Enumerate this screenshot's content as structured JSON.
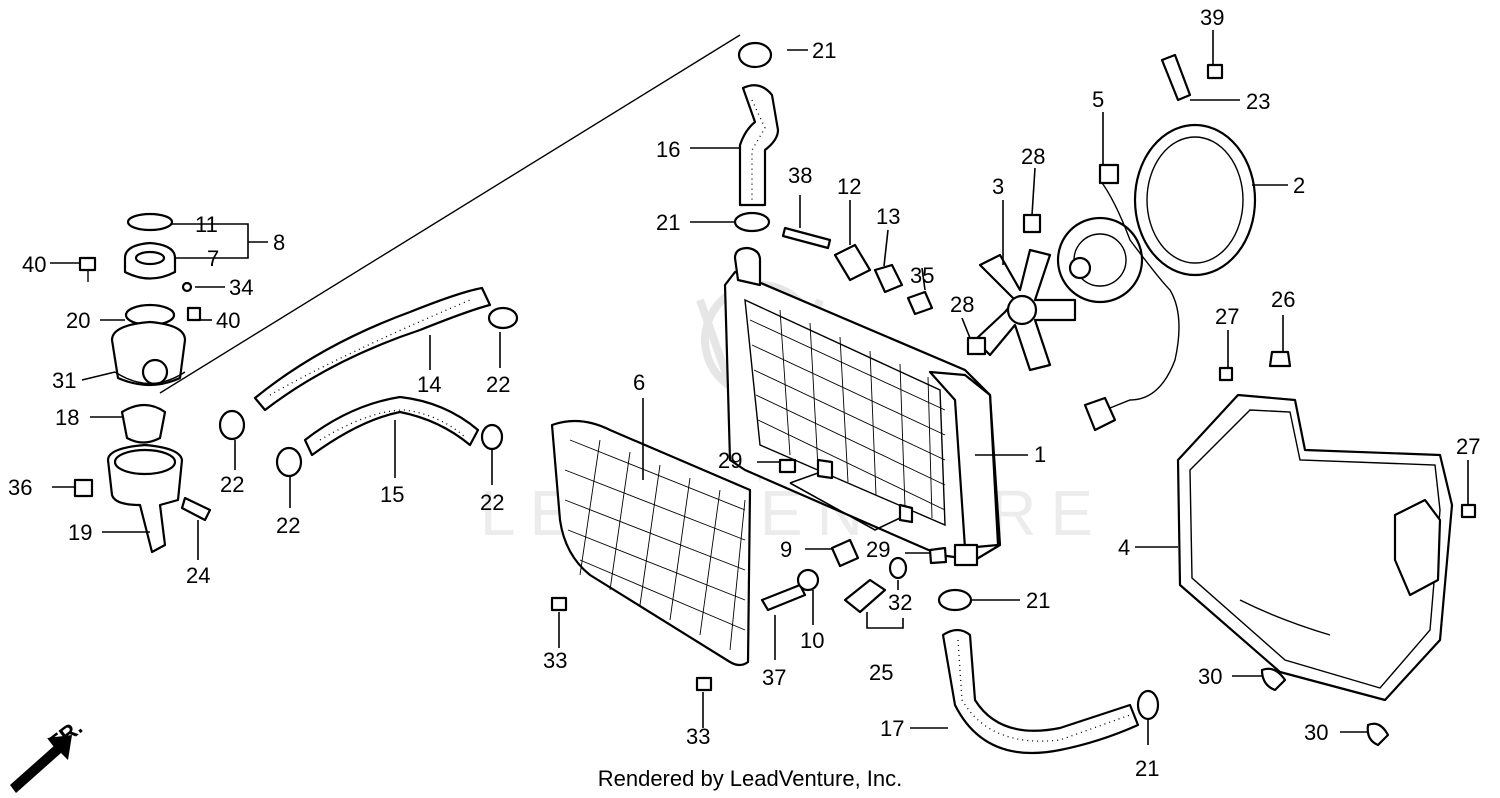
{
  "footer_credit": "Rendered by LeadVenture, Inc.",
  "watermark_text": "LEADVENTURE",
  "direction_label": "FR.",
  "callouts": [
    "1",
    "2",
    "3",
    "4",
    "5",
    "6",
    "7",
    "8",
    "9",
    "10",
    "11",
    "12",
    "13",
    "14",
    "15",
    "16",
    "17",
    "18",
    "19",
    "20",
    "21",
    "22",
    "23",
    "24",
    "25",
    "26",
    "27",
    "28",
    "29",
    "30",
    "31",
    "32",
    "33",
    "34",
    "35",
    "36",
    "37",
    "38",
    "39",
    "40"
  ],
  "colors": {
    "ink": "#000000",
    "paper": "#ffffff",
    "watermark": "#e6e6e6"
  }
}
